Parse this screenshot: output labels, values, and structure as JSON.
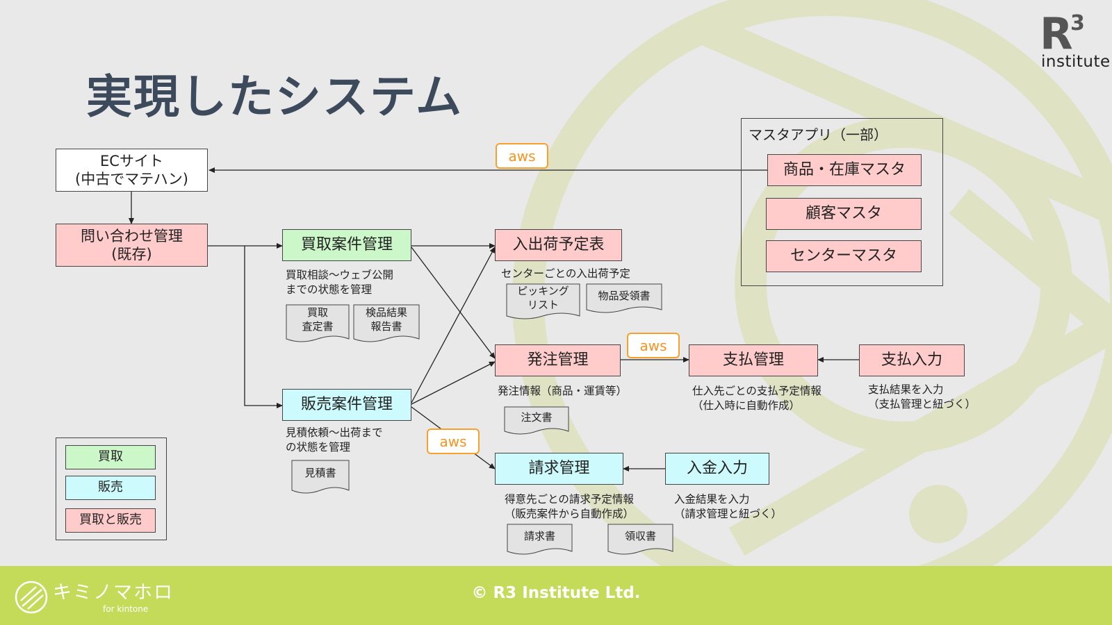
{
  "title": "実現したシステム",
  "logo": {
    "main": "R",
    "superscript": "3",
    "sub": "institute"
  },
  "ec_site": "ECサイト\n(中古でマテハン)",
  "inquiry": "問い合わせ管理\n(既存)",
  "purchase": {
    "label": "買取案件管理",
    "note": "買取相談～ウェブ公開\nまでの状態を管理",
    "docs": [
      "買取\n査定書",
      "検品結果\n報告書"
    ]
  },
  "sales": {
    "label": "販売案件管理",
    "note": "見積依頼～出荷まで\nの状態を管理",
    "docs": [
      "見積書"
    ]
  },
  "shipping": {
    "label": "入出荷予定表",
    "note": "センターごとの入出荷予定",
    "docs": [
      "ピッキング\nリスト",
      "物品受領書"
    ]
  },
  "order": {
    "label": "発注管理",
    "note": "発注情報（商品・運賃等）",
    "docs": [
      "注文書"
    ]
  },
  "payment": {
    "label": "支払管理",
    "note": "仕入先ごとの支払予定情報\n（仕入時に自動作成）"
  },
  "payment_input": {
    "label": "支払入力",
    "note": "支払結果を入力\n（支払管理と紐づく）"
  },
  "billing": {
    "label": "請求管理",
    "note": "得意先ごとの請求予定情報\n（販売案件から自動作成）",
    "docs": [
      "請求書",
      "領収書"
    ]
  },
  "deposit_input": {
    "label": "入金入力",
    "note": "入金結果を入力\n（請求管理と紐づく）"
  },
  "master": {
    "label": "マスタアプリ（一部）",
    "items": [
      "商品・在庫マスタ",
      "顧客マスタ",
      "センターマスタ"
    ]
  },
  "aws": "aws",
  "legend": {
    "items": [
      "買取",
      "販売",
      "買取と販売"
    ]
  },
  "footer": {
    "copyright": "© R3 Institute Ltd.",
    "brand": "キミノマホロ",
    "brand_sub": "for kintone"
  },
  "colors": {
    "purchase": "#ccf7c8",
    "sales": "#cdfafc",
    "both": "#ffcbcb",
    "aws": "#f7931e",
    "footer": "#c3db58",
    "title": "#3d4a5c"
  }
}
